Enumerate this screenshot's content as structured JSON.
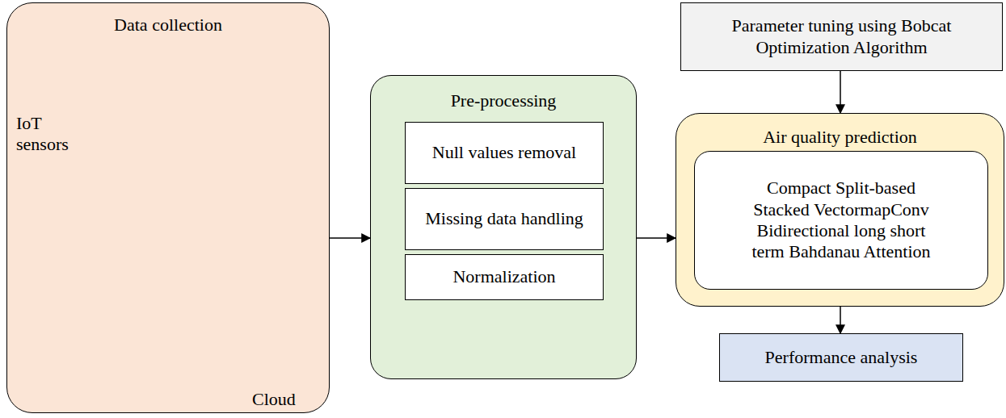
{
  "diagram": {
    "nodes": [
      {
        "text": [
          "Data collection"
        ]
      },
      {
        "text": [
          "Pre-processing"
        ]
      },
      {
        "text": [
          "Null values removal"
        ],
        "in": 1
      },
      {
        "text": [
          "Missing data handling"
        ],
        "in": 1
      },
      {
        "text": [
          "Normalization"
        ],
        "in": 1
      },
      {
        "text": [
          "Parameter tuning using Bobcat Optimization Algorithm"
        ]
      },
      {
        "text": [
          "Air quality prediction"
        ]
      },
      {
        "text": [
          "Compact Split-based Stacked VectormapConv Bidirectional long short term Bahdanau Attention"
        ],
        "in": 6
      },
      {
        "text": [
          "Performance analysis"
        ]
      }
    ],
    "edges": [
      {
        "from": 0,
        "to": 1,
        "arrow": "to"
      },
      {
        "from": 1,
        "to": 6,
        "arrow": "to"
      },
      {
        "from": 5,
        "to": 6,
        "arrow": "to"
      },
      {
        "from": 6,
        "to": 8,
        "arrow": "to"
      }
    ],
    "labels": [
      "IoT sensors",
      "Cloud"
    ]
  }
}
